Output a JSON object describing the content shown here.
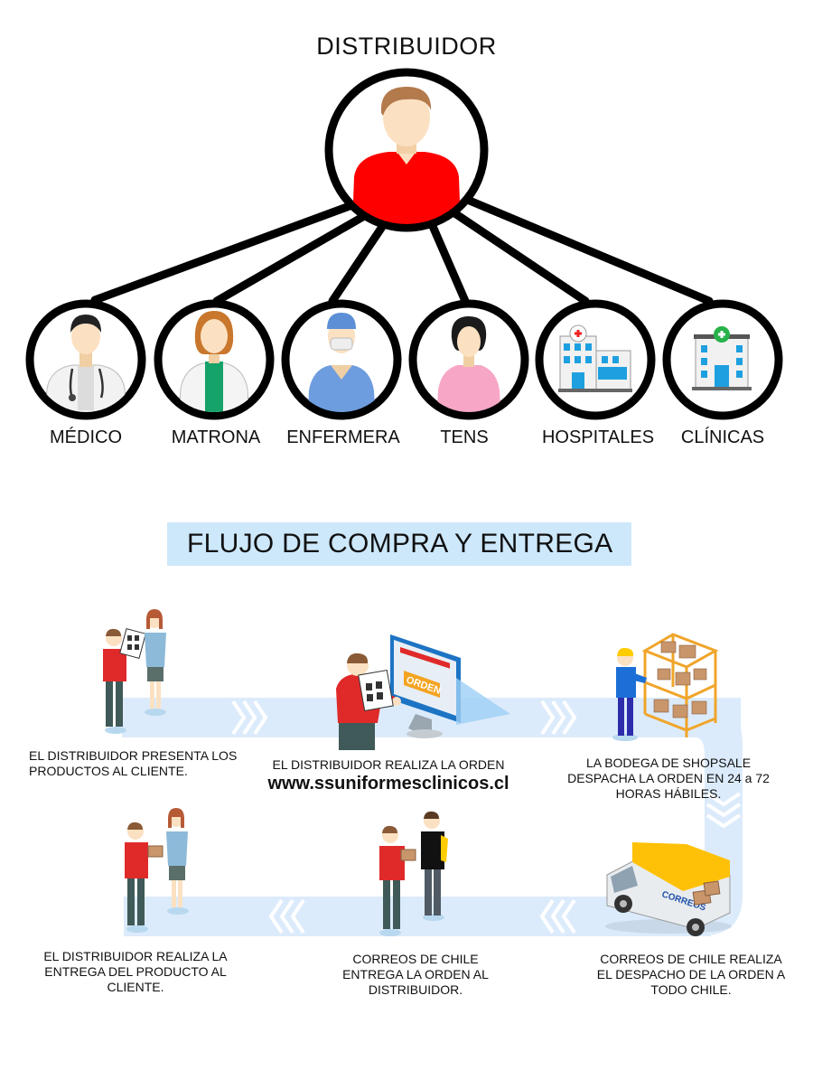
{
  "tree": {
    "root_label": "DISTRIBUIDOR",
    "nodes": [
      {
        "label": "MÉDICO",
        "icon": "doctor-icon"
      },
      {
        "label": "MATRONA",
        "icon": "midwife-icon"
      },
      {
        "label": "ENFERMERA",
        "icon": "nurse-icon"
      },
      {
        "label": "TENS",
        "icon": "tens-icon"
      },
      {
        "label": "HOSPITALES",
        "icon": "hospital-icon"
      },
      {
        "label": "CLÍNICAS",
        "icon": "clinic-icon"
      }
    ],
    "colors": {
      "ring": "#000000",
      "shirt": "#ff0000",
      "skin": "#fbe1c2",
      "hair": "#b37a4c"
    }
  },
  "flow": {
    "title": "FLUJO DE COMPRA Y ENTREGA",
    "banner_color": "#cde8fb",
    "path_color": "#dcebfb",
    "steps": [
      {
        "text": "EL DISTRIBUIDOR  PRESENTA LOS PRODUCTOS AL CLIENTE.",
        "icon": "presentation-icon"
      },
      {
        "text": "EL DISTRIBUIDOR REALIZA LA ORDEN",
        "url": "www.ssuniformesclinicos.cl",
        "icon": "computer-order-icon"
      },
      {
        "text": "LA BODEGA DE SHOPSALE DESPACHA LA ORDEN EN 24 a 72 HORAS HÁBILES.",
        "icon": "warehouse-icon"
      },
      {
        "text": "EL DISTRIBUIDOR REALIZA LA ENTREGA DEL PRODUCTO AL CLIENTE.",
        "icon": "handover-client-icon"
      },
      {
        "text": "CORREOS DE CHILE ENTREGA LA ORDEN AL DISTRIBUIDOR.",
        "icon": "courier-handover-icon"
      },
      {
        "text": "CORREOS DE CHILE REALIZA EL DESPACHO DE LA ORDEN A TODO CHILE.",
        "icon": "delivery-van-icon"
      }
    ],
    "screen_badge": "ORDEN",
    "van_logo": "CORREOS"
  }
}
